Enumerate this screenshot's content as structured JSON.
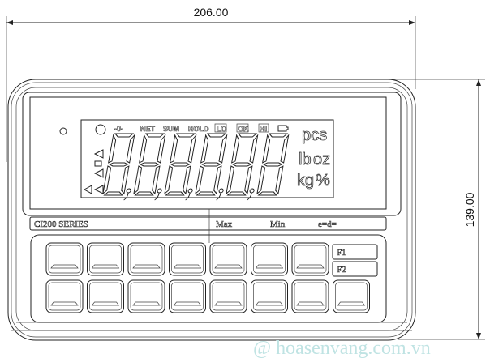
{
  "dimensions": {
    "width": "206.00",
    "height": "139.00"
  },
  "annunciators": {
    "zero": "-0-",
    "net": "NET",
    "sum": "SUM",
    "hold": "HOLD",
    "lo": "LO",
    "ok": "OK",
    "hi": "HI",
    "battery_icon": "battery-icon"
  },
  "units": {
    "pcs": "pcs",
    "lb": "lb",
    "oz": "oz",
    "kg": "kg",
    "percent": "%"
  },
  "display": {
    "digits": 6,
    "digit_value": "888888"
  },
  "label_strip": {
    "model": "CI200 SERIES",
    "max": "Max",
    "min": "Min",
    "ed": "e=d="
  },
  "keys": {
    "f1": "F1",
    "f2": "F2",
    "row1_count": 7,
    "row2_count": 8
  },
  "watermark": "@ hoasenvang.com.vn",
  "colors": {
    "line": "#222222",
    "watermark": "#bfe3e3"
  }
}
